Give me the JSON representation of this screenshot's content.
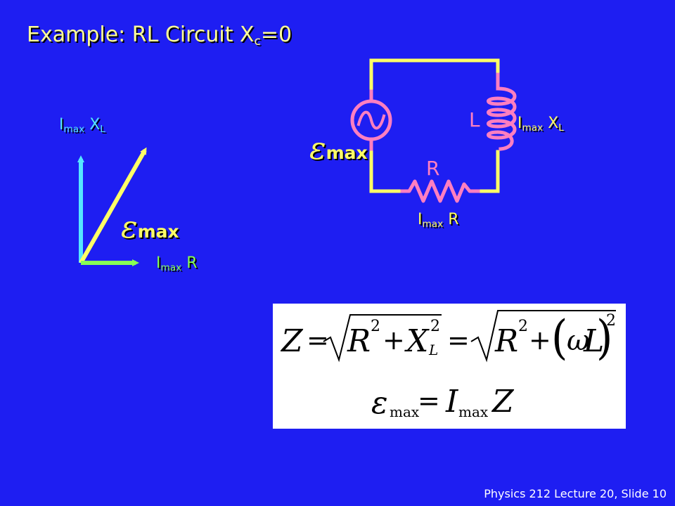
{
  "title": {
    "main": "Example: RL Circuit X",
    "sub": "c",
    "tail": "=0"
  },
  "phasor": {
    "ixl_label": {
      "i": "I",
      "sub": "max",
      "x": "X",
      "xsub": "L"
    },
    "ir_label": {
      "i": "I",
      "sub": "max",
      "r": "R"
    },
    "emf_label": {
      "sym": "ε",
      "sub": "max"
    }
  },
  "circuit": {
    "emf_label": {
      "sym": "ε",
      "sub": "max"
    },
    "inductor_label": "L",
    "resistor_label": "R",
    "ixl_label": {
      "i": "I",
      "sub": "max",
      "x": "X",
      "xsub": "L"
    },
    "ir_label": {
      "i": "I",
      "sub": "max",
      "r": "R"
    }
  },
  "equations": {
    "z": {
      "lhs": "Z",
      "eq1": "=",
      "r": "R",
      "r_exp": "2",
      "plus": "+",
      "x": "X",
      "x_exp": "2",
      "x_sub": "L",
      "eq2": "=",
      "r2": "R",
      "r2_exp": "2",
      "plus2": "+",
      "lparen": "(",
      "omega": "ω",
      "l": "L",
      "rparen": ")",
      "outer_exp": "2"
    },
    "emf": {
      "sym": "ε",
      "sym_sub": "max",
      "eq": "=",
      "i": "I",
      "i_sub": "max",
      "z": "Z"
    }
  },
  "footer": "Physics 212 Lecture 20, Slide 10",
  "colors": {
    "background": "#1E1EF2",
    "title": "#FFFF99",
    "wire": "#FFFF66",
    "component": "#FF7FC0",
    "vector_ixl": "#55E6FF",
    "vector_emf": "#FFFF66",
    "vector_ir": "#88FF55",
    "equation_bg": "#FFFFFF"
  }
}
